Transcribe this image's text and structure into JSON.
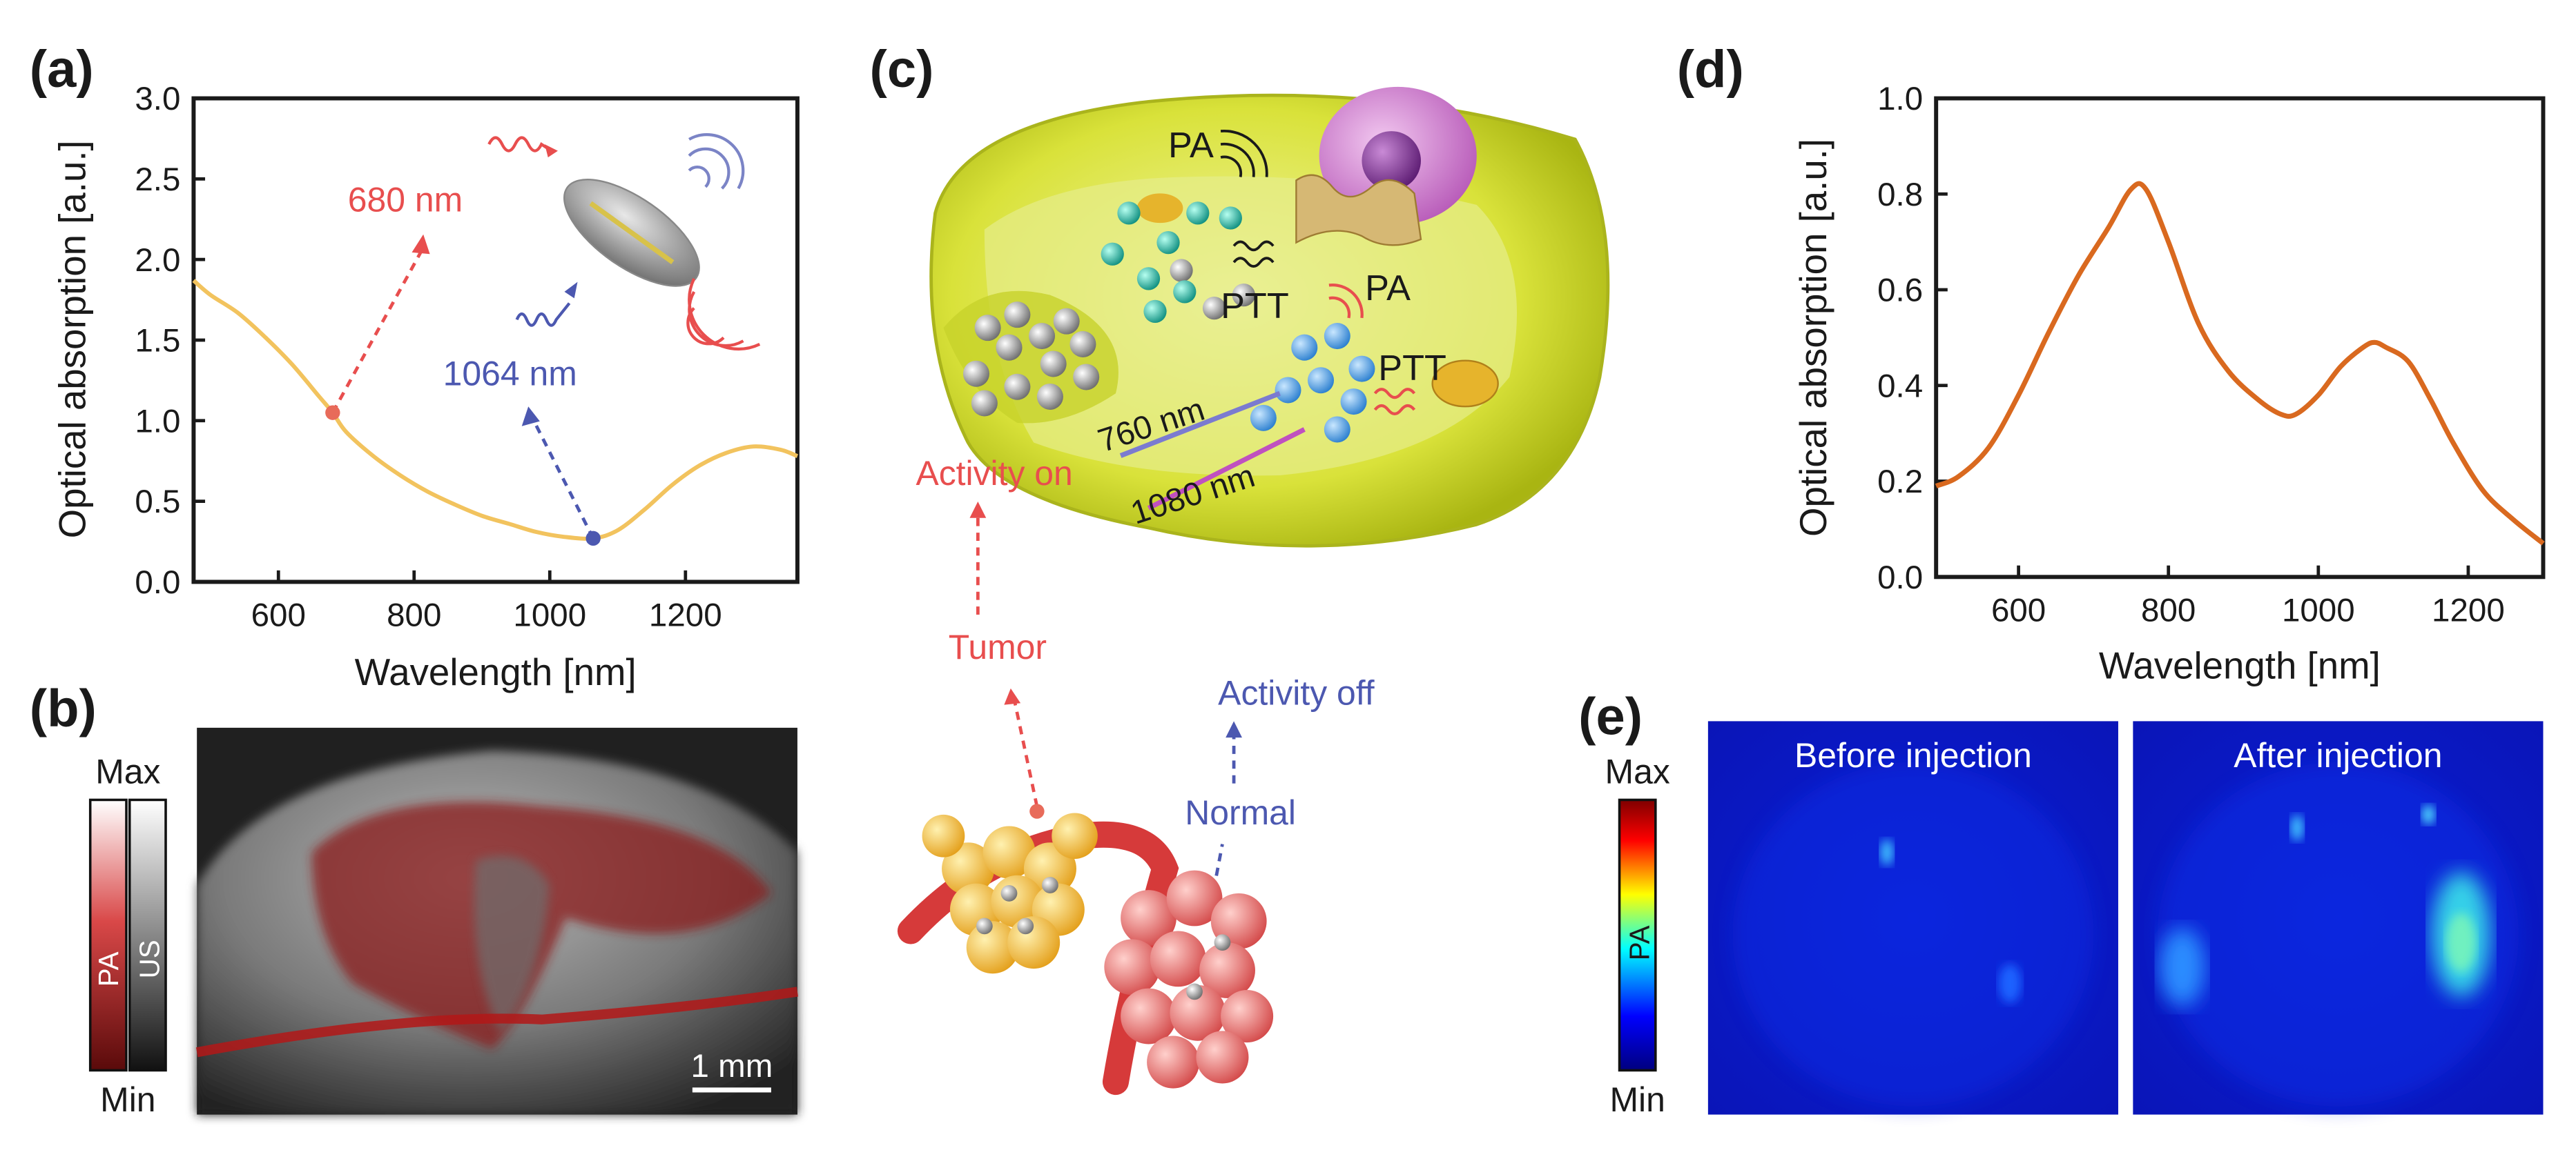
{
  "panels": {
    "a": "(a)",
    "b": "(b)",
    "c": "(c)",
    "d": "(d)",
    "e": "(e)"
  },
  "colors": {
    "curve_a": "#f2c35e",
    "curve_d": "#d9691f",
    "red_annot": "#e84e4e",
    "blue_annot": "#4c58b0",
    "dark": "#1a1a1a"
  },
  "panel_a": {
    "ylabel": "Optical absorption [a.u.]",
    "xlabel": "Wavelength [nm]",
    "annot_680": "680 nm",
    "annot_1064": "1064 nm"
  },
  "panel_b": {
    "colorbar_max": "Max",
    "colorbar_min": "Min",
    "pa_label": "PA",
    "us_label": "US",
    "scale_bar": "1 mm"
  },
  "panel_c": {
    "pa1": "PA",
    "ptt1": "PTT",
    "pa2": "PA",
    "ptt2": "PTT",
    "nm760": "760 nm",
    "nm1080": "1080 nm",
    "activity_on": "Activity on",
    "tumor": "Tumor",
    "activity_off": "Activity off",
    "normal": "Normal"
  },
  "panel_d": {
    "ylabel": "Optical absorption [a.u.]",
    "xlabel": "Wavelength [nm]"
  },
  "panel_e": {
    "colorbar_max": "Max",
    "colorbar_min": "Min",
    "pa_label": "PA",
    "before": "Before injection",
    "after": "After injection"
  },
  "chart_data": [
    {
      "type": "line",
      "panel": "a",
      "xlabel": "Wavelength [nm]",
      "ylabel": "Optical absorption [a.u.]",
      "xlim": [
        475,
        1365
      ],
      "ylim": [
        0,
        3.0
      ],
      "xticks": [
        600,
        800,
        1000,
        1200
      ],
      "yticks": [
        0.0,
        0.5,
        1.0,
        1.5,
        2.0,
        2.5,
        3.0
      ],
      "series": [
        {
          "x": [
            475,
            500,
            540,
            580,
            620,
            660,
            680,
            700,
            740,
            780,
            820,
            860,
            900,
            940,
            980,
            1020,
            1064,
            1100,
            1140,
            1180,
            1220,
            1260,
            1300,
            1340,
            1365
          ],
          "y": [
            1.87,
            1.78,
            1.67,
            1.52,
            1.35,
            1.15,
            1.05,
            0.93,
            0.78,
            0.66,
            0.56,
            0.48,
            0.41,
            0.36,
            0.31,
            0.28,
            0.27,
            0.32,
            0.45,
            0.6,
            0.72,
            0.8,
            0.84,
            0.82,
            0.78
          ]
        }
      ],
      "markers": [
        {
          "x": 680,
          "y": 1.05,
          "label": "680 nm"
        },
        {
          "x": 1064,
          "y": 0.27,
          "label": "1064 nm"
        }
      ]
    },
    {
      "type": "line",
      "panel": "d",
      "xlabel": "Wavelength [nm]",
      "ylabel": "Optical absorption [a.u.]",
      "xlim": [
        490,
        1300
      ],
      "ylim": [
        0,
        1.0
      ],
      "xticks": [
        600,
        800,
        1000,
        1200
      ],
      "yticks": [
        0.0,
        0.2,
        0.4,
        0.6,
        0.8,
        1.0
      ],
      "series": [
        {
          "x": [
            490,
            520,
            560,
            600,
            640,
            680,
            720,
            750,
            770,
            800,
            840,
            880,
            920,
            950,
            970,
            1000,
            1030,
            1060,
            1075,
            1090,
            1120,
            1150,
            1180,
            1220,
            1260,
            1300
          ],
          "y": [
            0.19,
            0.21,
            0.27,
            0.38,
            0.51,
            0.63,
            0.73,
            0.81,
            0.81,
            0.7,
            0.53,
            0.43,
            0.37,
            0.34,
            0.34,
            0.38,
            0.44,
            0.48,
            0.49,
            0.48,
            0.45,
            0.37,
            0.28,
            0.18,
            0.12,
            0.07
          ]
        }
      ]
    }
  ]
}
